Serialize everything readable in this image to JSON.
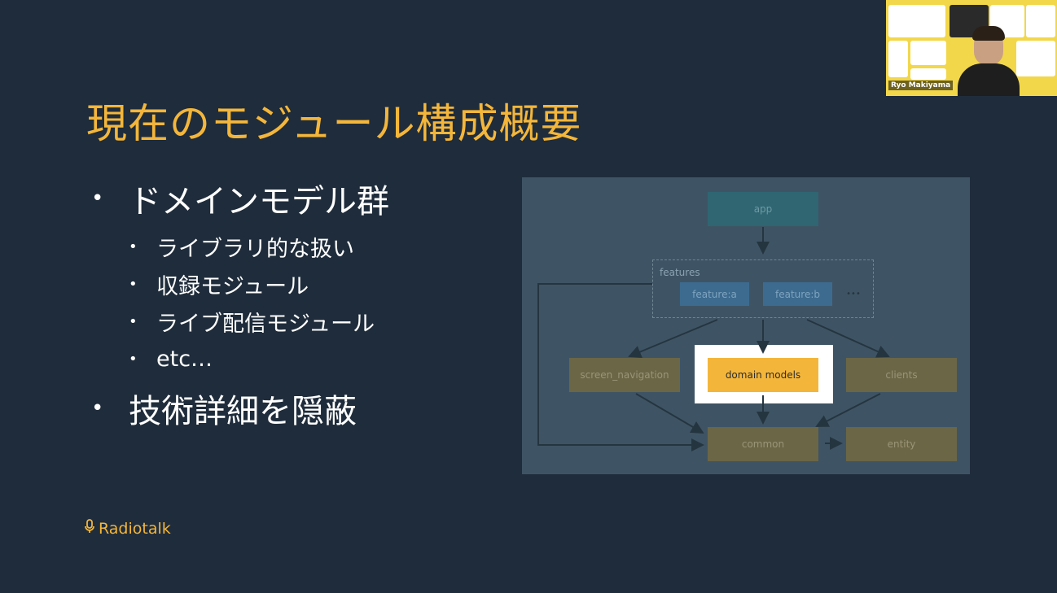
{
  "slide": {
    "title": "現在のモジュール構成概要",
    "bullets": [
      {
        "text": "ドメインモデル群",
        "sub": [
          "ライブラリ的な扱い",
          "収録モジュール",
          "ライブ配信モジュール",
          "etc…"
        ]
      },
      {
        "text": "技術詳細を隠蔽"
      }
    ],
    "logo_text": "Radiotalk",
    "dot": "•"
  },
  "diagram": {
    "features_label": "features",
    "nodes": {
      "app": "app",
      "feature_a": "feature:a",
      "feature_b": "feature:b",
      "more": "•••",
      "screen_navigation": "screen_navigation",
      "domain_models": "domain models",
      "clients": "clients",
      "common": "common",
      "entity": "entity"
    }
  },
  "webcam": {
    "participant_name": "Ryo Makiyama"
  },
  "colors": {
    "background": "#1f2c3b",
    "accent": "#f4b63a",
    "diagram_bg": "#3e5464",
    "teal_node": "#2f6672",
    "blue_node": "#3d6b8f",
    "olive_node": "#6b6646",
    "highlight_node": "#f4b63a"
  }
}
